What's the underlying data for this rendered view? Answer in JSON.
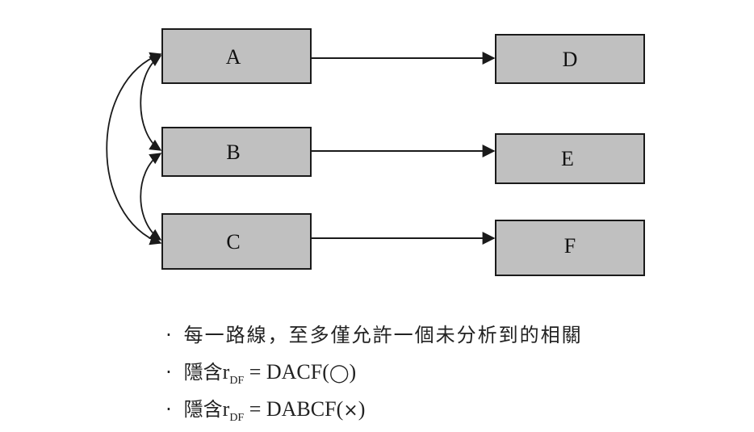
{
  "diagram": {
    "nodes": {
      "A": "A",
      "B": "B",
      "C": "C",
      "D": "D",
      "E": "E",
      "F": "F"
    }
  },
  "notes": {
    "bullet": "·",
    "rule": "每一路線，至多僅允許一個未分析到的相關",
    "implied1": {
      "prefix": "隱含",
      "r": "r",
      "sub": "DF",
      "equals": " = DACF(",
      "mark": "◯",
      "close": ")"
    },
    "implied2": {
      "prefix": "隱含",
      "r": "r",
      "sub": "DF",
      "equals": " = DABCF(",
      "mark": "×",
      "close": ")"
    }
  }
}
